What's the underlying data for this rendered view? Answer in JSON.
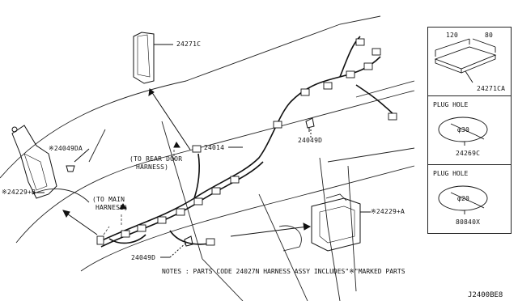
{
  "labels": {
    "p24271C": "24271C",
    "p24014": "24014",
    "p24049D_top": "24049D",
    "p24049DA": "※24049DA",
    "p24229B": "※24229+B",
    "p24229A": "※24229+A",
    "p24049D_bottom": "24049D",
    "to_rear_door_line1": "(TO REAR DOOR",
    "to_rear_door_line2": "HARNESS)",
    "to_main_line1": "(TO MAIN",
    "to_main_line2": "HARNESS)"
  },
  "side_panels": {
    "pad": {
      "dim_length": "120",
      "dim_width": "80",
      "part": "24271CA"
    },
    "plug_hole_1": {
      "title": "PLUG HOLE",
      "diameter": "φ30",
      "part": "24269C"
    },
    "plug_hole_2": {
      "title": "PLUG HOLE",
      "diameter": "φ20",
      "part": "80840X"
    }
  },
  "notes": "NOTES : PARTS CODE 24027N HARNESS ASSY INCLUDES\"※\"MARKED PARTS",
  "diagram_code": "J2400BE8"
}
